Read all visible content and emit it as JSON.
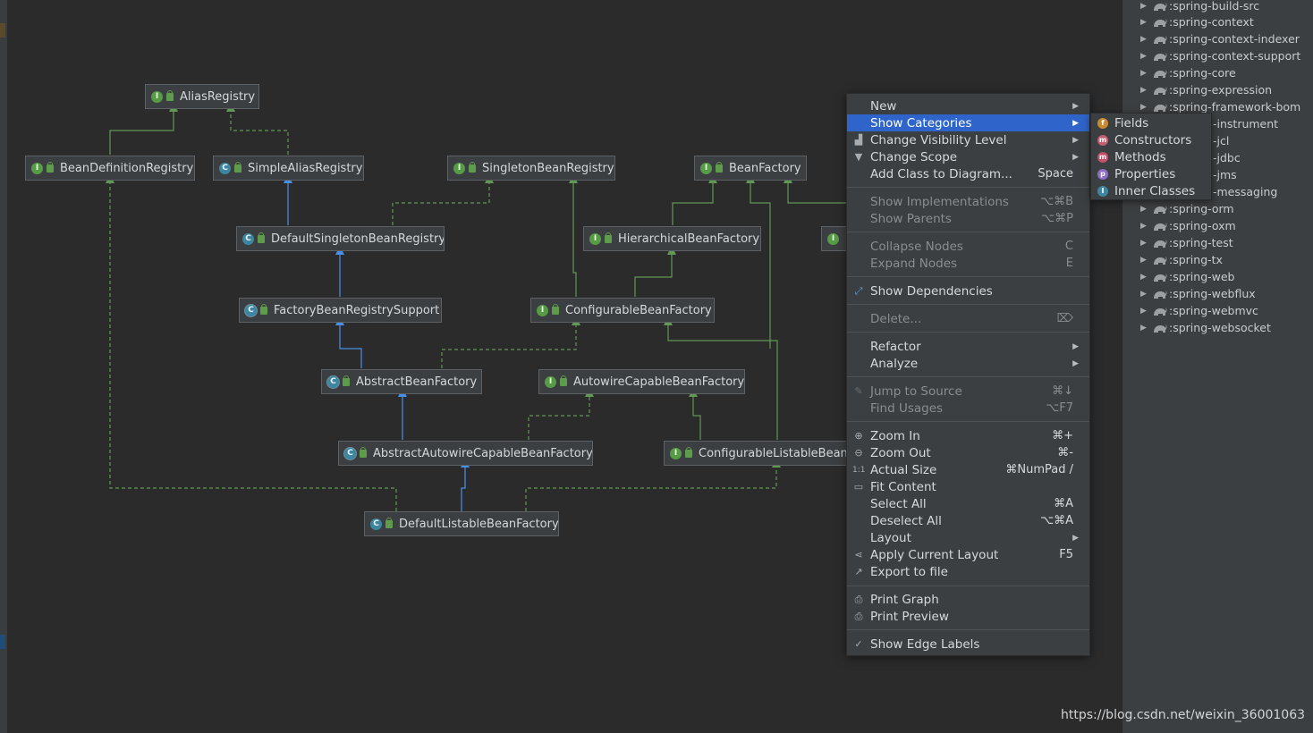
{
  "diagram": {
    "nodes": [
      {
        "id": "alias",
        "label": "AliasRegistry",
        "kind": "interface"
      },
      {
        "id": "bdr",
        "label": "BeanDefinitionRegistry",
        "kind": "interface"
      },
      {
        "id": "sar",
        "label": "SimpleAliasRegistry",
        "kind": "class"
      },
      {
        "id": "sbr",
        "label": "SingletonBeanRegistry",
        "kind": "interface"
      },
      {
        "id": "bf",
        "label": "BeanFactory",
        "kind": "interface"
      },
      {
        "id": "dsbr",
        "label": "DefaultSingletonBeanRegistry",
        "kind": "class"
      },
      {
        "id": "hbf",
        "label": "HierarchicalBeanFactory",
        "kind": "interface"
      },
      {
        "id": "fbrs",
        "label": "FactoryBeanRegistrySupport",
        "kind": "abstract-class"
      },
      {
        "id": "cbf",
        "label": "ConfigurableBeanFactory",
        "kind": "interface"
      },
      {
        "id": "abf",
        "label": "AbstractBeanFactory",
        "kind": "abstract-class"
      },
      {
        "id": "acbf",
        "label": "AutowireCapableBeanFactory",
        "kind": "interface"
      },
      {
        "id": "aacbf",
        "label": "AbstractAutowireCapableBeanFactory",
        "kind": "abstract-class"
      },
      {
        "id": "clbf",
        "label": "ConfigurableListableBeanFactory",
        "kind": "interface"
      },
      {
        "id": "dlbf",
        "label": "DefaultListableBeanFactory",
        "kind": "class"
      },
      {
        "id": "partial",
        "label": "",
        "kind": "interface"
      }
    ]
  },
  "context_menu": {
    "items": [
      {
        "label": "New",
        "shortcut": "",
        "submenu": true,
        "disabled": false,
        "icon": ""
      },
      {
        "label": "Show Categories",
        "shortcut": "",
        "submenu": true,
        "disabled": false,
        "icon": "",
        "selected": true
      },
      {
        "label": "Change Visibility Level",
        "shortcut": "",
        "submenu": true,
        "disabled": false,
        "icon": "visibility-icon"
      },
      {
        "label": "Change Scope",
        "shortcut": "",
        "submenu": true,
        "disabled": false,
        "icon": "filter-icon"
      },
      {
        "label": "Add Class to Diagram...",
        "shortcut": "Space",
        "submenu": false,
        "disabled": false,
        "icon": ""
      },
      {
        "label": "Show Implementations",
        "shortcut": "⌥⌘B",
        "submenu": false,
        "disabled": true,
        "icon": ""
      },
      {
        "label": "Show Parents",
        "shortcut": "⌥⌘P",
        "submenu": false,
        "disabled": true,
        "icon": ""
      },
      {
        "label": "Collapse Nodes",
        "shortcut": "C",
        "submenu": false,
        "disabled": true,
        "icon": ""
      },
      {
        "label": "Expand Nodes",
        "shortcut": "E",
        "submenu": false,
        "disabled": true,
        "icon": ""
      },
      {
        "label": "Show Dependencies",
        "shortcut": "",
        "submenu": false,
        "disabled": false,
        "icon": "dependencies-icon"
      },
      {
        "label": "Delete...",
        "shortcut": "⌦",
        "submenu": false,
        "disabled": true,
        "icon": ""
      },
      {
        "label": "Refactor",
        "shortcut": "",
        "submenu": true,
        "disabled": false,
        "icon": ""
      },
      {
        "label": "Analyze",
        "shortcut": "",
        "submenu": true,
        "disabled": false,
        "icon": ""
      },
      {
        "label": "Jump to Source",
        "shortcut": "⌘↓",
        "submenu": false,
        "disabled": true,
        "icon": "pencil-icon"
      },
      {
        "label": "Find Usages",
        "shortcut": "⌥F7",
        "submenu": false,
        "disabled": true,
        "icon": ""
      },
      {
        "label": "Zoom In",
        "shortcut": "⌘+",
        "submenu": false,
        "disabled": false,
        "icon": "zoom-in-icon"
      },
      {
        "label": "Zoom Out",
        "shortcut": "⌘-",
        "submenu": false,
        "disabled": false,
        "icon": "zoom-out-icon"
      },
      {
        "label": "Actual Size",
        "shortcut": "⌘NumPad /",
        "submenu": false,
        "disabled": false,
        "icon": "actual-size-icon"
      },
      {
        "label": "Fit Content",
        "shortcut": "",
        "submenu": false,
        "disabled": false,
        "icon": "fit-content-icon"
      },
      {
        "label": "Select All",
        "shortcut": "⌘A",
        "submenu": false,
        "disabled": false,
        "icon": ""
      },
      {
        "label": "Deselect All",
        "shortcut": "⌥⌘A",
        "submenu": false,
        "disabled": false,
        "icon": ""
      },
      {
        "label": "Layout",
        "shortcut": "",
        "submenu": true,
        "disabled": false,
        "icon": ""
      },
      {
        "label": "Apply Current Layout",
        "shortcut": "F5",
        "submenu": false,
        "disabled": false,
        "icon": "layout-icon"
      },
      {
        "label": "Export to file",
        "shortcut": "",
        "submenu": false,
        "disabled": false,
        "icon": "export-icon"
      },
      {
        "label": "Print Graph",
        "shortcut": "",
        "submenu": false,
        "disabled": false,
        "icon": "print-icon"
      },
      {
        "label": "Print Preview",
        "shortcut": "",
        "submenu": false,
        "disabled": false,
        "icon": "print-preview-icon"
      },
      {
        "label": "Show Edge Labels",
        "shortcut": "",
        "submenu": false,
        "disabled": false,
        "icon": "checkmark-icon"
      }
    ]
  },
  "categories_submenu": {
    "items": [
      {
        "label": "Fields",
        "badge": "f",
        "color": "#c98b2e"
      },
      {
        "label": "Constructors",
        "badge": "m",
        "color": "#c35f70"
      },
      {
        "label": "Methods",
        "badge": "m",
        "color": "#c3506a"
      },
      {
        "label": "Properties",
        "badge": "p",
        "color": "#8f6ec7"
      },
      {
        "label": "Inner Classes",
        "badge": "I",
        "color": "#3e86a0"
      }
    ]
  },
  "project_tree": {
    "items": [
      ":spring-build-src",
      ":spring-context",
      ":spring-context-indexer",
      ":spring-context-support",
      ":spring-core",
      ":spring-expression",
      ":spring-framework-bom",
      "-instrument",
      "-jcl",
      "-jdbc",
      "-jms",
      "-messaging",
      ":spring-orm",
      ":spring-oxm",
      ":spring-test",
      ":spring-tx",
      ":spring-web",
      ":spring-webflux",
      ":spring-webmvc",
      ":spring-websocket"
    ]
  },
  "watermark": "https://blog.csdn.net/weixin_36001063",
  "colors": {
    "realization": "#629755",
    "inheritance": "#4a8fe7",
    "selection": "#2f65ca"
  }
}
